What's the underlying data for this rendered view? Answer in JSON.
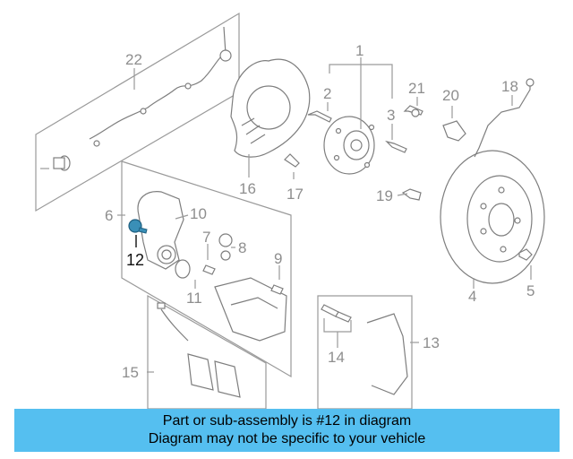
{
  "diagram": {
    "callouts": [
      "1",
      "2",
      "3",
      "4",
      "5",
      "6",
      "7",
      "8",
      "9",
      "10",
      "11",
      "12",
      "13",
      "14",
      "15",
      "16",
      "17",
      "18",
      "19",
      "20",
      "21",
      "22"
    ],
    "highlight_callout": "12",
    "highlight_color": "#3a8fb7",
    "line_color": "#9a9a9a"
  },
  "banner": {
    "line1": "Part or sub-assembly is #12 in diagram",
    "line2": "Diagram may not be specific to your vehicle",
    "background": "#55bff0"
  }
}
